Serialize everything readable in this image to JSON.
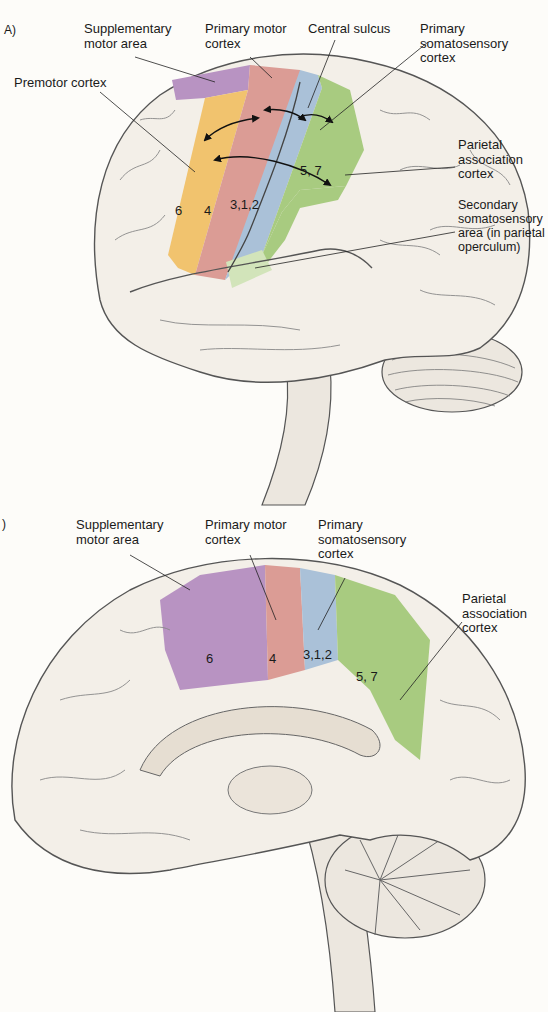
{
  "diagram": {
    "labels": [
      "A)",
      "Supplementary motor area",
      "Primary motor cortex",
      "Central sulcus",
      "Primary somatosensory cortex",
      "Premotor cortex",
      "Parietal association cortex",
      "Secondary somatosensory area (in parietal operculum)",
      "6",
      "4",
      "3,1,2",
      "5, 7",
      ")",
      "Supplementary motor area",
      "Primary motor cortex",
      "Primary somatosensory cortex",
      "Parietal association cortex",
      "6",
      "4",
      "3,1,2",
      "5, 7"
    ]
  }
}
